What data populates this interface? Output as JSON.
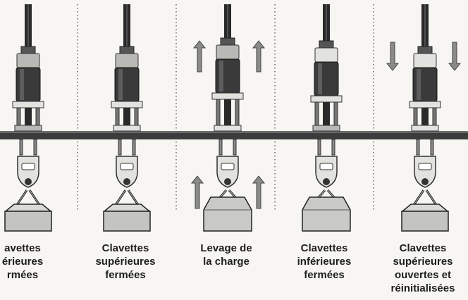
{
  "steps": [
    {
      "lines": [
        "avettes",
        "érieures",
        "rmées"
      ]
    },
    {
      "lines": [
        "Clavettes",
        "supérieures",
        "fermées"
      ]
    },
    {
      "lines": [
        "Levage de",
        "la charge"
      ]
    },
    {
      "lines": [
        "Clavettes",
        "inférieures",
        "fermées"
      ]
    },
    {
      "lines": [
        "Clavettes",
        "supérieures",
        "ouvertes et",
        "réinitialisées"
      ]
    }
  ],
  "arrows": {
    "step3": [
      "arrow-up-icon",
      "arrow-up-icon",
      "arrow-up-icon",
      "arrow-up-icon"
    ],
    "step5": [
      "arrow-down-icon",
      "arrow-down-icon"
    ]
  },
  "colors": {
    "background": "#f7f6f3",
    "ink": "#1e1e1e",
    "rod": "#2a2a2a",
    "collar": "#3a3a3a",
    "metal_light": "#e2e2de",
    "metal_mid": "#b9b9b5",
    "arrow": "#8a8a88"
  }
}
